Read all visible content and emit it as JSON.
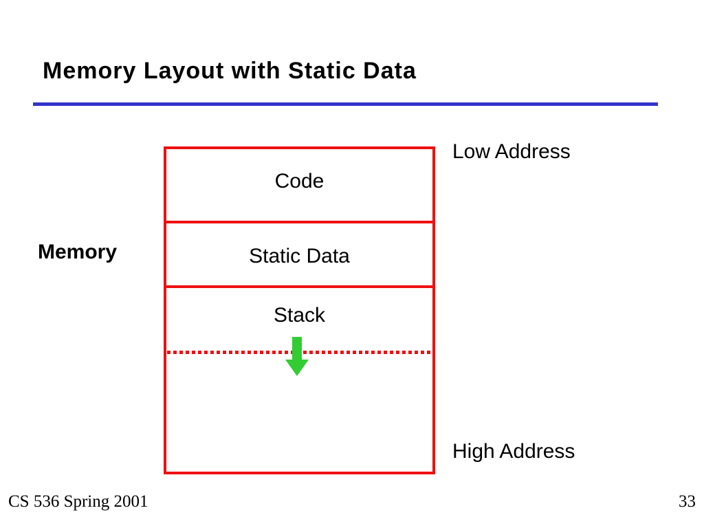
{
  "title": "Memory Layout with Static Data",
  "diagram": {
    "side_label": "Memory",
    "low_address_label": "Low Address",
    "high_address_label": "High Address",
    "sections": [
      {
        "label": "Code"
      },
      {
        "label": "Static Data"
      },
      {
        "label": "Stack"
      }
    ],
    "stack_growth_direction": "down",
    "colors": {
      "box_border": "#ee1111",
      "section_divider": "#ee1111",
      "stack_growth_dotted_line": "#ee1111",
      "growth_arrow": "#33cc33",
      "title_rule": "#3333cc",
      "text": "#000000",
      "background": "#ffffff"
    }
  },
  "footer": {
    "course": "CS 536  Spring 2001",
    "page_number": "33"
  }
}
